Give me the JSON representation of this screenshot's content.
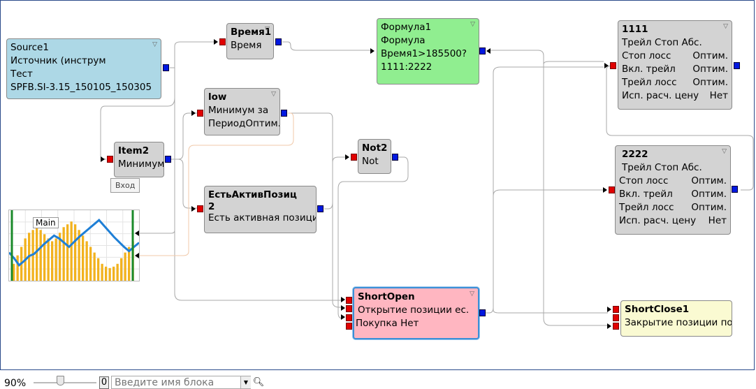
{
  "nodes": {
    "source1": {
      "title": "Source1",
      "line1": "Источник (инструм",
      "line2": "Тест",
      "line3": "SPFB.SI-3.15_150105_150305"
    },
    "vremya1": {
      "title": "Время1",
      "line1": "Время"
    },
    "formula1": {
      "title": "Формула1",
      "line1": "Формула",
      "line2": "Время1>185500?",
      "line3": "1111:2222"
    },
    "low": {
      "title": "low",
      "line1": "Минимум за",
      "line2a": "Период",
      "line2b": "Оптим."
    },
    "item2": {
      "title": "Item2",
      "line1": "Минимум"
    },
    "est": {
      "title": "ЕстьАктивПозиц",
      "title2": "2",
      "line1": "Есть активная позици"
    },
    "not2": {
      "title": "Not2",
      "line1": "Not"
    },
    "shortopen": {
      "title": "ShortOpen",
      "line1": "Открытие позиции ес.",
      "line2": "Покупка Нет"
    },
    "n1111": {
      "title": "1111",
      "line1": "Трейл Стоп Абс.",
      "rows": [
        [
          "Стоп лосс",
          "Оптим."
        ],
        [
          "Вкл. трейл",
          "Оптим."
        ],
        [
          "Трейл лосс",
          "Оптим."
        ],
        [
          "Исп. расч. цену",
          "Нет"
        ]
      ]
    },
    "n2222": {
      "title": "2222",
      "line1": "Трейл Стоп Абс.",
      "rows": [
        [
          "Стоп лосс",
          "Оптим."
        ],
        [
          "Вкл. трейл",
          "Оптим."
        ],
        [
          "Трейл лосс",
          "Оптим."
        ],
        [
          "Исп. расч. цену",
          "Нет"
        ]
      ]
    },
    "shortclose1": {
      "title": "ShortClose1",
      "line1": "Закрытие позиции по"
    }
  },
  "tooltip": "Вход",
  "chart": {
    "label": "Main"
  },
  "chart_data": {
    "type": "bar",
    "title": "Main",
    "values": [
      12,
      18,
      24,
      30,
      34,
      36,
      38,
      36,
      33,
      30,
      28,
      30,
      34,
      38,
      40,
      42,
      40,
      36,
      32,
      28,
      24,
      20,
      16,
      12,
      10,
      9,
      10,
      12,
      16,
      20,
      24,
      28
    ],
    "line": [
      40,
      32,
      22,
      28,
      35,
      38,
      45,
      52,
      58,
      64,
      60,
      54,
      48,
      55,
      62,
      68,
      74,
      80,
      86,
      78,
      70,
      62,
      55,
      48,
      42,
      48,
      54
    ]
  },
  "bottom": {
    "zoom": "90%",
    "zero": "0",
    "search_placeholder": "Введите имя блока"
  },
  "colors": {
    "port_in": "#e00000",
    "port_out": "#0018e0",
    "gray": "#d3d3d3",
    "blue": "#add8e6",
    "green": "#90ee90",
    "pink": "#ffb6c1",
    "yellow": "#fafad2"
  }
}
